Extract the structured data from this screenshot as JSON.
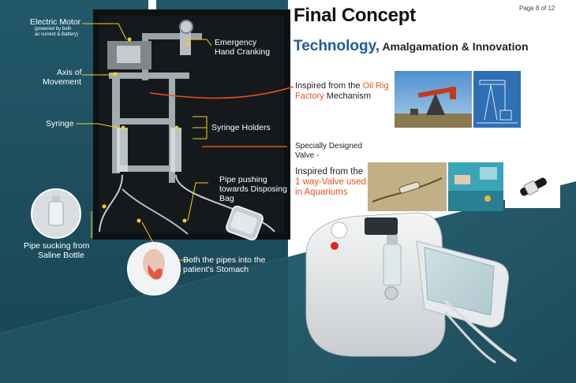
{
  "header": {
    "title": "Final Concept",
    "page_indicator": "Page 8 of 12"
  },
  "subtitle": {
    "highlight": "Technology,",
    "rest": " Amalgamation & Innovation"
  },
  "notes": {
    "oil_rig": {
      "prefix": "Inspired from the ",
      "highlight": "Oil Rig Factory",
      "suffix": " Mechanism"
    },
    "valve_line1": "Specially Designed",
    "valve_line2": "Valve -",
    "aquarium": {
      "prefix": "Inspired from the",
      "highlight_line1": "1 way-Valve used",
      "highlight_line2": "in Aquariums"
    }
  },
  "labels": {
    "electric_motor": "Electric Motor",
    "electric_motor_sub1": "(powered by both",
    "electric_motor_sub2": "ac current & Battery)",
    "axis_line1": "Axis of",
    "axis_line2": "Movement",
    "syringe": "Syringe",
    "emergency_line1": "Emergency",
    "emergency_line2": "Hand Cranking",
    "syringe_holders": "Syringe Holders",
    "pipe_push_line1": "Pipe pushing",
    "pipe_push_line2": "towards Disposing",
    "pipe_push_line3": "Bag",
    "pipe_suck_line1": "Pipe sucking from",
    "pipe_suck_line2": "Saline Bottle",
    "stomach_line1": "Both the pipes into the",
    "stomach_line2": "patient's Stomach"
  },
  "colors": {
    "teal_dark": "#1b4a59",
    "teal_mid": "#245a6a",
    "accent_orange": "#e8531c",
    "title_blue": "#1f5a9c",
    "callout_yellow": "#f2d21a"
  },
  "icons": {
    "electric_motor": "motor-icon",
    "saline_bottle": "bottle-icon",
    "disposing_bag": "bag-icon",
    "stomach": "stomach-icon",
    "device": "device-render"
  }
}
